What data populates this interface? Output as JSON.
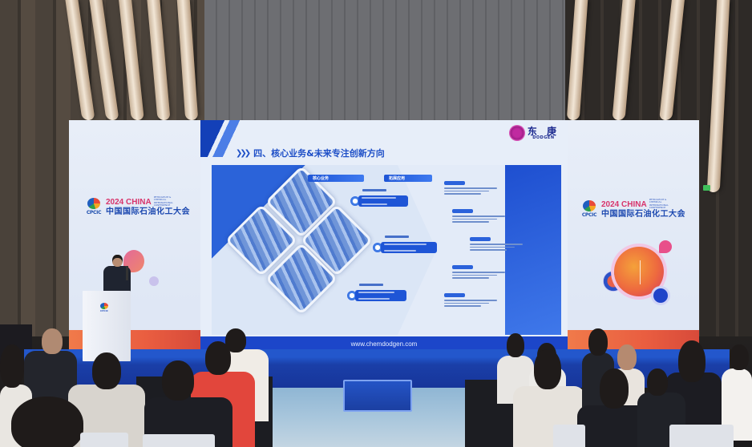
{
  "scene": {
    "description": "Conference presentation: speaker at podium in front of a large LED screen, audience seated in rows",
    "colors": {
      "screen_blue": "#1e4fc7",
      "stage_blue": "#1a3fa8",
      "accent_orange": "#ee6a3e",
      "accent_magenta": "#d8336b",
      "wood_fin": "#e8d8c4"
    }
  },
  "slide": {
    "title_chevrons": "❯❯❯",
    "title": "四、核心业务&未来专注创新方向",
    "company_logo": {
      "cn": "东 庚",
      "en": "DODGEN"
    },
    "section_core": "核心业务",
    "section_extension": "拓展应用",
    "footer_url": "www.chemdodgen.com"
  },
  "side_panels": {
    "left": {
      "year": "2024 CHINA",
      "subtitle": "PETROLEUM & CHEMICAL INTERNATIONAL CONFERENCE",
      "title_cn": "中国国际石油化工大会",
      "logo_text": "CPCIC"
    },
    "right": {
      "year": "2024 CHINA",
      "subtitle": "PETROLEUM & CHEMICAL INTERNATIONAL CONFERENCE",
      "title_cn": "中国国际石油化工大会",
      "logo_text": "CPCIC"
    }
  },
  "podium": {
    "logo_text": "CPCIC"
  }
}
